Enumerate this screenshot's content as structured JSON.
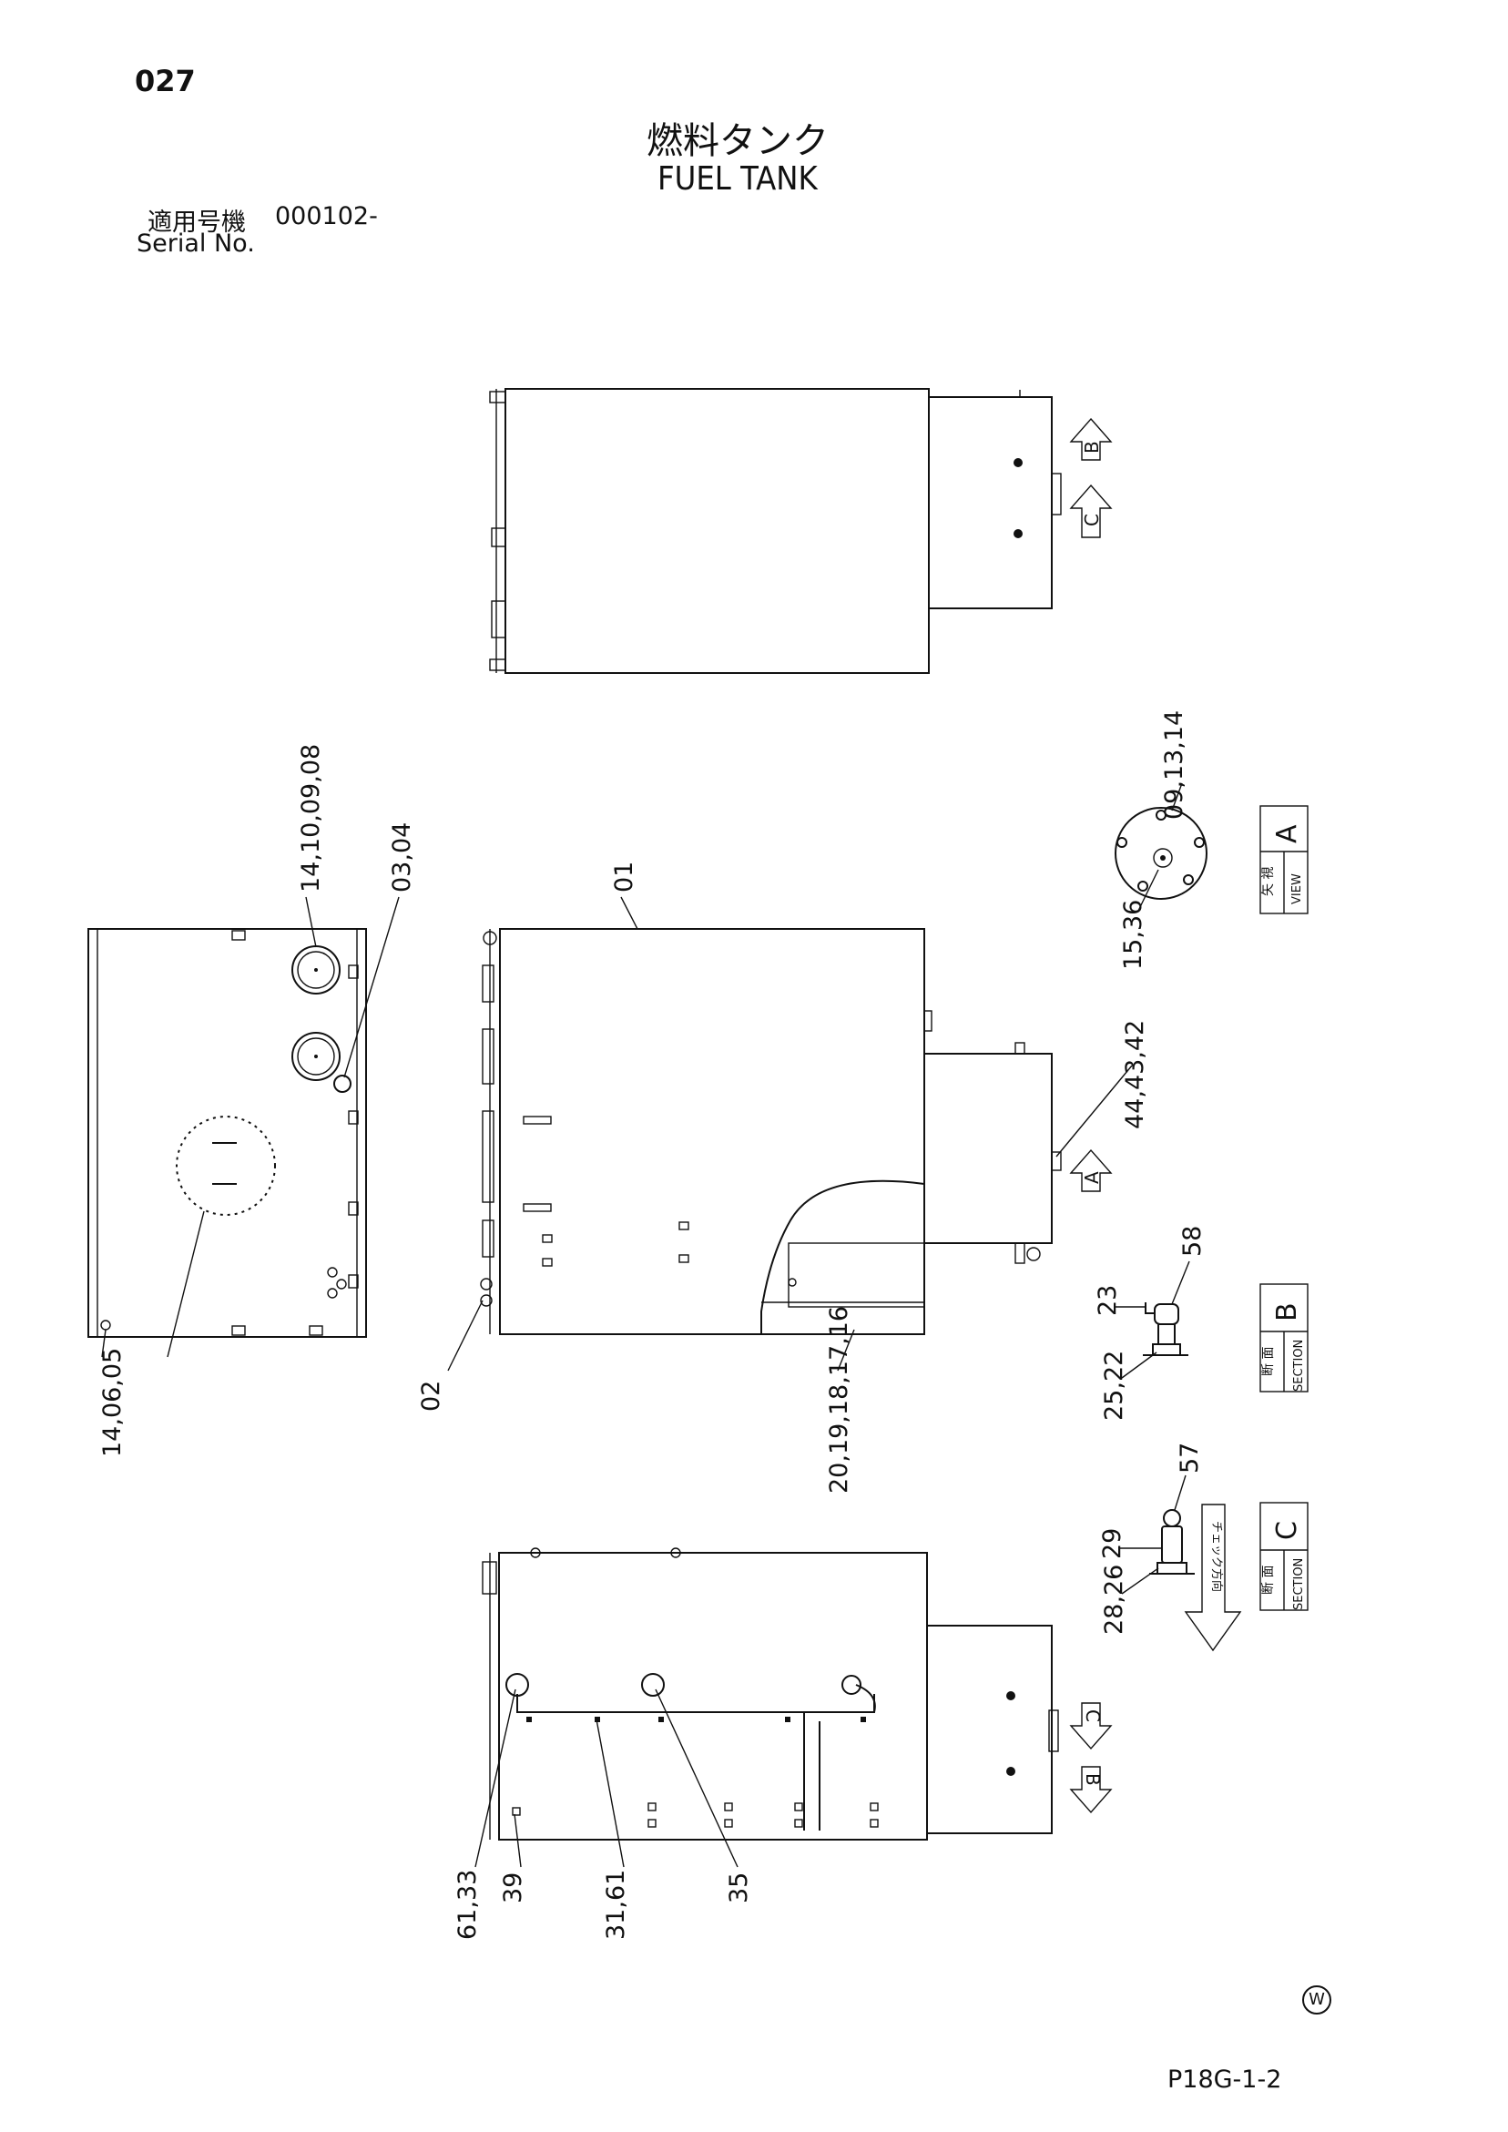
{
  "header": {
    "page_number": "027",
    "title_jp": "燃料タンク",
    "title_en": "FUEL TANK",
    "serial_label_jp": "適用号機",
    "serial_value": "000102-",
    "serial_label_en": "Serial No."
  },
  "footer": {
    "drawing_code": "P18G-1-2",
    "marker": "W"
  },
  "views": {
    "view_a_jp": "矢 視",
    "view_a_en": "VIEW",
    "view_a_letter": "A",
    "section_b_jp": "断 面",
    "section_b_en": "SECTION",
    "section_b_letter": "B",
    "section_c_jp": "断 面",
    "section_c_en": "SECTION",
    "section_c_letter": "C",
    "check_text": "チェック方向",
    "arrow_a": "A",
    "arrow_b": "B",
    "arrow_c": "C"
  },
  "callouts": {
    "left_top": "14,10,09,08",
    "left_top_right": "03,04",
    "left_bottom": "14,06,05",
    "main_top": "01",
    "main_bottom_left": "02",
    "main_bottom_mid": "20,19,18,17,16",
    "main_right": "44,43,42",
    "view_a_top": "09,13,14",
    "view_a_bottom": "15,36",
    "section_b_top": "58",
    "section_b_mid": "23",
    "section_b_bottom": "25,22",
    "section_c_top": "57",
    "section_c_mid": "29",
    "section_c_bottom": "28,26",
    "bottom_view_1": "61,33",
    "bottom_view_2": "39",
    "bottom_view_3": "31,61",
    "bottom_view_4": "35"
  },
  "colors": {
    "ink": "#111111",
    "paper": "#ffffff"
  }
}
